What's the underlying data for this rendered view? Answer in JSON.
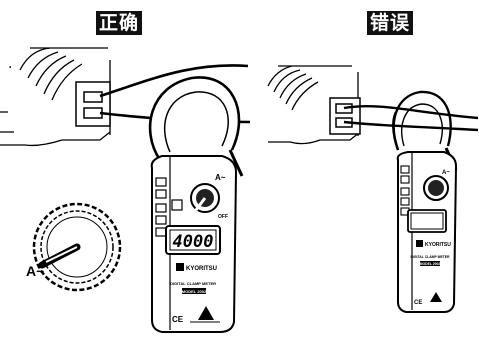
{
  "labels": {
    "correct": "正确",
    "wrong": "错误"
  },
  "meter": {
    "display_value": "4000",
    "brand": "KYORITSU",
    "model_line1": "DIGITAL CLAMP METER",
    "model_line2": "MODEL 2002",
    "range_mark": "A~",
    "off_mark": "OFF",
    "ce_mark": "CE"
  },
  "dot": "."
}
